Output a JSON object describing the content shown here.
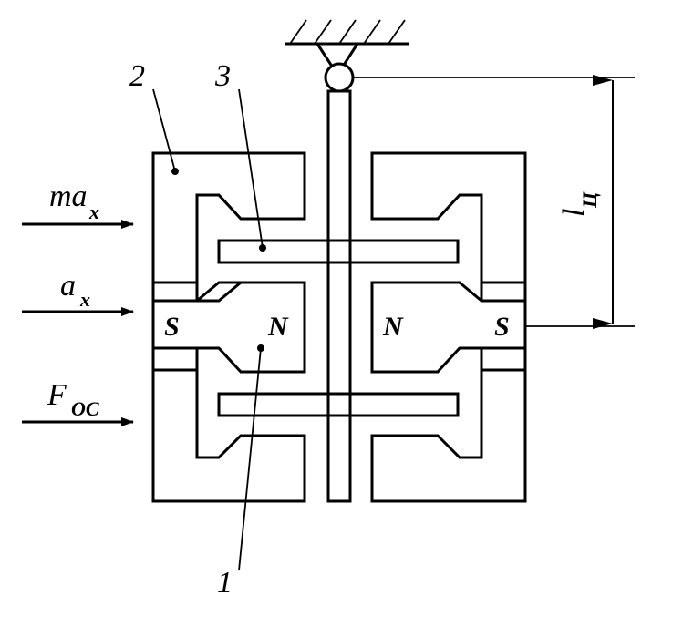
{
  "labels": {
    "part_1": "1",
    "part_2": "2",
    "part_3": "3",
    "force_inertial": {
      "main": "ma",
      "sub": "x"
    },
    "acceleration": {
      "main": "a",
      "sub": "x"
    },
    "feedback_force": {
      "main": "F",
      "sub": "OC"
    },
    "length": {
      "main": "l",
      "sub": "Ц"
    },
    "pole_left_outer": "S",
    "pole_left_inner": "N",
    "pole_right_inner": "N",
    "pole_right_outer": "S"
  }
}
